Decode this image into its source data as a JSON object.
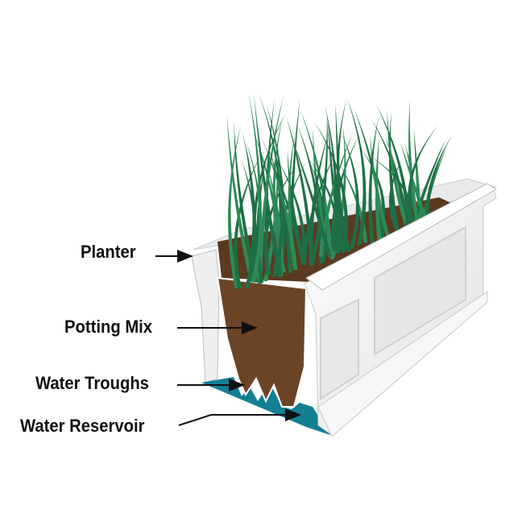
{
  "labels": {
    "planter": "Planter",
    "potting_mix": "Potting Mix",
    "water_troughs": "Water Troughs",
    "water_reservoir": "Water Reservoir"
  },
  "colors": {
    "soil": "#6b4426",
    "water": "#127f93",
    "grass": "#1f6e45",
    "planter": "#f4f4f4"
  }
}
